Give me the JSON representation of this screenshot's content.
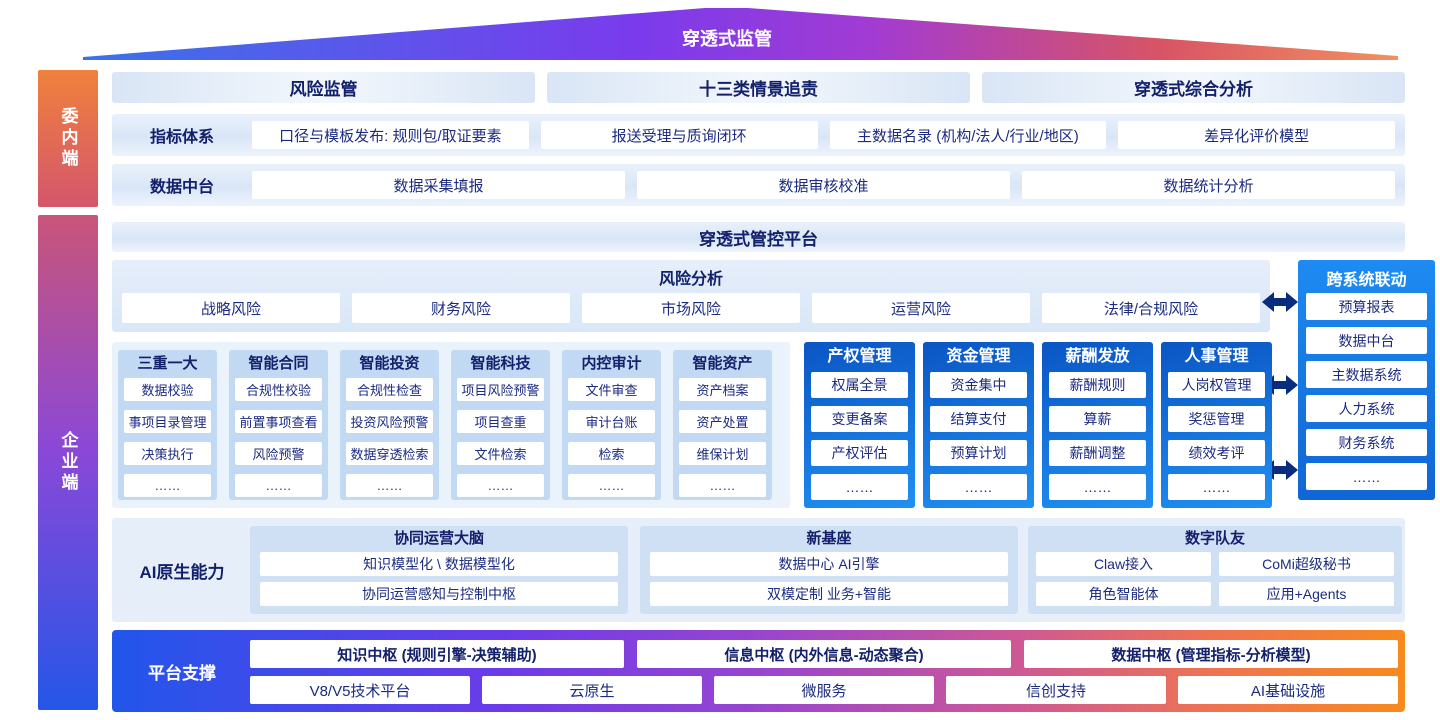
{
  "banner": {
    "title": "穿透式监管"
  },
  "side_labels": {
    "top": "委内端",
    "bottom": "企业端"
  },
  "supervision": {
    "headers": [
      "风险监管",
      "十三类情景追责",
      "穿透式综合分析"
    ],
    "row_indicator": {
      "label": "指标体系",
      "items": [
        "口径与模板发布: 规则包/取证要素",
        "报送受理与质询闭环",
        "主数据名录 (机构/法人/行业/地区)",
        "差异化评价模型"
      ]
    },
    "row_dataplatform": {
      "label": "数据中台",
      "items": [
        "数据采集填报",
        "数据审核校准",
        "数据统计分析"
      ]
    }
  },
  "platform_bar": {
    "title": "穿透式管控平台"
  },
  "risk_panel": {
    "title": "风险分析",
    "items": [
      "战略风险",
      "财务风险",
      "市场风险",
      "运营风险",
      "法律/合规风险"
    ]
  },
  "cross_system": {
    "title": "跨系统联动",
    "items": [
      "预算报表",
      "数据中台",
      "主数据系统",
      "人力系统",
      "财务系统",
      "……"
    ]
  },
  "light_columns": [
    {
      "title": "三重一大",
      "items": [
        "数据校验",
        "事项目录管理",
        "决策执行",
        "……"
      ]
    },
    {
      "title": "智能合同",
      "items": [
        "合规性校验",
        "前置事项查看",
        "风险预警",
        "……"
      ]
    },
    {
      "title": "智能投资",
      "items": [
        "合规性检查",
        "投资风险预警",
        "数据穿透检索",
        "……"
      ]
    },
    {
      "title": "智能科技",
      "items": [
        "项目风险预警",
        "项目查重",
        "文件检索",
        "……"
      ]
    },
    {
      "title": "内控审计",
      "items": [
        "文件审查",
        "审计台账",
        "检索",
        "……"
      ]
    },
    {
      "title": "智能资产",
      "items": [
        "资产档案",
        "资产处置",
        "维保计划",
        "……"
      ]
    }
  ],
  "blue_columns": [
    {
      "title": "产权管理",
      "items": [
        "权属全景",
        "变更备案",
        "产权评估",
        "……"
      ]
    },
    {
      "title": "资金管理",
      "items": [
        "资金集中",
        "结算支付",
        "预算计划",
        "……"
      ]
    },
    {
      "title": "薪酬发放",
      "items": [
        "薪酬规则",
        "算薪",
        "薪酬调整",
        "……"
      ]
    },
    {
      "title": "人事管理",
      "items": [
        "人岗权管理",
        "奖惩管理",
        "绩效考评",
        "……"
      ]
    }
  ],
  "ai_section": {
    "label": "AI原生能力",
    "panels": [
      {
        "title": "协同运营大脑",
        "items": [
          "知识模型化 \\ 数据模型化",
          "协同运营感知与控制中枢"
        ]
      },
      {
        "title": "新基座",
        "items": [
          "数据中心 AI引擎",
          "双模定制 业务+智能"
        ]
      },
      {
        "title": "数字队友",
        "items": [
          "Claw接入",
          "CoMi超级秘书",
          "角色智能体",
          "应用+Agents"
        ]
      }
    ]
  },
  "platform_section": {
    "label": "平台支撑",
    "hubs": [
      "知识中枢 (规则引擎-决策辅助)",
      "信息中枢 (内外信息-动态聚合)",
      "数据中枢 (管理指标-分析模型)"
    ],
    "bases": [
      "V8/V5技术平台",
      "云原生",
      "微服务",
      "信创支持",
      "AI基础设施"
    ]
  },
  "colors": {
    "navy_text": "#16256E",
    "banner_blue": "#3B72E9",
    "banner_purple": "#7A3BEC",
    "banner_orange": "#F29060",
    "bright_blue": "#1377E8",
    "light_panel": "#D9E6F7",
    "column_light": "#C2D9F4",
    "support_gradient_start": "#2156EA",
    "support_gradient_end": "#F78A1E"
  }
}
